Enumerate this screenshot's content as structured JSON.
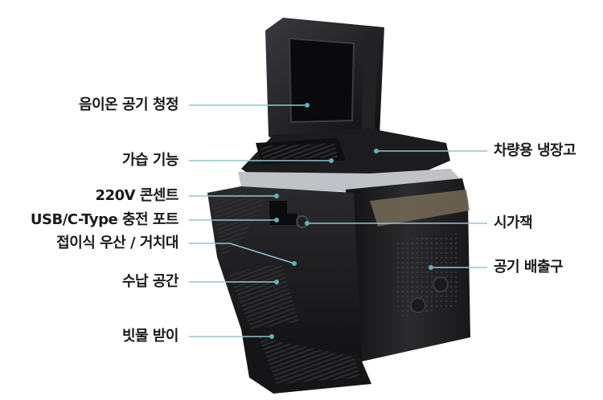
{
  "labels_left": [
    {
      "id": "ion",
      "text": "음이온 공기 청정"
    },
    {
      "id": "humid",
      "text": "가습 기능"
    },
    {
      "id": "outlet",
      "text": "220V 콘센트"
    },
    {
      "id": "usb",
      "text": "USB/C-Type 충전 포트"
    },
    {
      "id": "umbrella",
      "text": "접이식 우산 / 거치대"
    },
    {
      "id": "storage",
      "text": "수납 공간"
    },
    {
      "id": "rain",
      "text": "빗물 받이"
    }
  ],
  "labels_right": [
    {
      "id": "fridge",
      "text": "차량용 냉장고"
    },
    {
      "id": "lighter",
      "text": "시가잭"
    },
    {
      "id": "exhaust",
      "text": "공기 배출구"
    }
  ],
  "colors": {
    "leader_line": "#8fc6cc",
    "leader_dot": "#5fb3bb",
    "body_dark": "#1b1b1d",
    "body_mid": "#2a2a2d",
    "trim_silver": "#bfc2c6",
    "background": "#ffffff"
  }
}
